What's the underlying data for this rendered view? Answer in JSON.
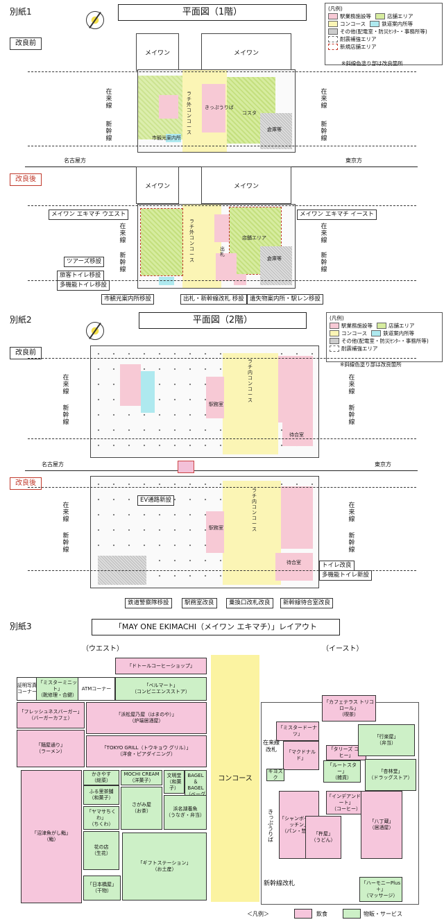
{
  "sheet1": {
    "label": "別紙1",
    "title": "平面図（1階）",
    "tag_before": "改良前",
    "tag_after": "改良後",
    "legend_head": "(凡例)",
    "legend": [
      {
        "label": "駅業務施設等",
        "color": "#f7c9d5"
      },
      {
        "label": "店舗エリア",
        "color": "#d6ec9f"
      },
      {
        "label": "コンコース",
        "color": "#fbf5b5"
      },
      {
        "label": "鉄道案内所等",
        "color": "#aee9ef"
      },
      {
        "label": "その他(配電室・防災ｾﾝﾀｰ・事務所等)",
        "color": "#cccccc"
      },
      {
        "label": "耐震補強エリア",
        "color": "#ffffff"
      },
      {
        "label": "新規店舗エリア",
        "color": "#ffffff"
      }
    ],
    "note": "※斜線色塗り部は改良箇所",
    "building": "メイワン",
    "zairaisen": "在来線",
    "shinkansen": "新幹線",
    "nagoya": "名古屋方",
    "tokyo": "東京方",
    "before_labels": {
      "concourse": "ラチ外コンコース",
      "costa": "コスタ",
      "souko": "倉庫等",
      "eki": "きっぷうりば",
      "jimusho": "市観光案内所"
    },
    "after_labels": {
      "concourse": "ラチ外コンコース",
      "shop": "店舗エリア",
      "souko": "倉庫等",
      "deguchi": "出札"
    },
    "callouts": {
      "west": "メイワン エキマチ ウエスト",
      "east": "メイワン エキマチ イースト",
      "tsuares": "ツアーズ移設",
      "toilet": "旅客トイレ移設",
      "taki": "多機能トイレ移設",
      "kankou": "市観光案内所移設",
      "shusatsu": "出札・新幹線改札 移設",
      "ishitsu": "遺失物案内所・駅レン移設"
    }
  },
  "sheet2": {
    "label": "別紙2",
    "title": "平面図（2階）",
    "tag_before": "改良前",
    "tag_after": "改良後",
    "legend_head": "(凡例)",
    "note": "※斜線色塗り部は改良箇所",
    "zairaisen": "在来線",
    "shinkansen": "新幹線",
    "nagoya": "名古屋方",
    "tokyo": "東京方",
    "plan_labels": {
      "concourse": "ラチ内コンコース",
      "machiai": "待合室",
      "ekimu": "駅務室"
    },
    "callouts": {
      "ev": "EV通路新設",
      "toilet_kairyo": "トイレ改良",
      "taki": "多機能トイレ新設",
      "keisatsu": "鉄道警察隊移設",
      "ekimushitsu": "駅務室改良",
      "norikae": "乗換口改札改良",
      "shinkansen_machiai": "新幹線待合室改良"
    }
  },
  "sheet3": {
    "label": "別紙3",
    "title": "「MAY ONE EKIMACHI（メイワン エキマチ）」レイアウト",
    "west_head": "（ウエスト）",
    "east_head": "（イースト）",
    "concourse": "コンコース",
    "zairai_kaisatsu": "在来線\n改札",
    "shinkansen_kaisatsu": "新幹線改札",
    "kippu": "きっぷうりば",
    "legend_head": "＜凡例＞",
    "legend_food": "飲食",
    "legend_goods": "物販・サービス",
    "west_shops": [
      {
        "id": "doutor",
        "name": "「ドトールコーヒーショップ」",
        "sub": "",
        "t": "p"
      },
      {
        "id": "shomei",
        "name": "証明写真\nコーナー",
        "sub": "",
        "t": "w"
      },
      {
        "id": "mister",
        "name": "「ミスターミニット」",
        "sub": "（靴修理・合鍵）",
        "t": "g"
      },
      {
        "id": "atm",
        "name": "ATMコーナー",
        "sub": "",
        "t": "w"
      },
      {
        "id": "bellmart",
        "name": "「ベルマート」",
        "sub": "（コンビニエンスストア）",
        "t": "g"
      },
      {
        "id": "freshness",
        "name": "「フレッシュネスバーガー」",
        "sub": "（バーガーカフェ）",
        "t": "p"
      },
      {
        "id": "hamamatsuya",
        "name": "「浜松屋乃屋（はまのや）」",
        "sub": "（炉端居酒屋）",
        "t": "p"
      },
      {
        "id": "ramen",
        "name": "「麺屋通り」",
        "sub": "（ラーメン）",
        "t": "p"
      },
      {
        "id": "tokyogrill",
        "name": "「TOKYO GRILL（トウキョウ グリル）」",
        "sub": "（洋食・ピアダイニング）",
        "t": "p"
      },
      {
        "id": "numazu",
        "name": "「沼津魚がし鮨」",
        "sub": "（鮨）",
        "t": "p"
      },
      {
        "id": "kakiyasu",
        "name": "かきやす",
        "sub": "（総菜）",
        "t": "g"
      },
      {
        "id": "mochicream",
        "name": "MOCHI CREAM",
        "sub": "（洋菓子）",
        "t": "g"
      },
      {
        "id": "bunmeido",
        "name": "文明堂",
        "sub": "（和菓子）",
        "t": "g"
      },
      {
        "id": "furusato",
        "name": "ふる里茶舗",
        "sub": "（和菓子）",
        "t": "g"
      },
      {
        "id": "bagel",
        "name": "BAGEL＆BAGEL",
        "sub": "（ベーグル）",
        "t": "g"
      },
      {
        "id": "yamasa",
        "name": "「ヤマサちくわ」",
        "sub": "（ちくわ）",
        "t": "g"
      },
      {
        "id": "sagamiya",
        "name": "さがみ屋",
        "sub": "（お茶）",
        "t": "g"
      },
      {
        "id": "hamana",
        "name": "浜名湖養魚",
        "sub": "（うなぎ・弁当）",
        "t": "g"
      },
      {
        "id": "hananomise",
        "name": "花の店",
        "sub": "（生花）",
        "t": "g"
      },
      {
        "id": "giftstation",
        "name": "「ギフトステーション」",
        "sub": "（お土産）",
        "t": "g"
      },
      {
        "id": "mikawaya",
        "name": "「日本橋屋」",
        "sub": "（干物）",
        "t": "g"
      }
    ],
    "east_shops": [
      {
        "id": "misterdonut",
        "name": "「ミスタードーナツ」",
        "sub": "",
        "t": "p"
      },
      {
        "id": "mcdonalds",
        "name": "「マクドナルド」",
        "sub": "",
        "t": "p"
      },
      {
        "id": "kiosk",
        "name": "キヨスク",
        "sub": "",
        "t": "g"
      },
      {
        "id": "cafeterrace",
        "name": "「カフェテラス トリコロール」",
        "sub": "（喫茶）",
        "t": "p"
      },
      {
        "id": "tullys",
        "name": "「タリーズ コーヒー」",
        "sub": "",
        "t": "p"
      },
      {
        "id": "gyoraku",
        "name": "「行楽屋」",
        "sub": "（弁当）",
        "t": "g"
      },
      {
        "id": "routestar",
        "name": "「ルートスター」",
        "sub": "（雑貨）",
        "t": "g"
      },
      {
        "id": "kyorindo",
        "name": "「杏林堂」",
        "sub": "（ドラッグストア）",
        "t": "g"
      },
      {
        "id": "champs",
        "name": "「シャンボールキッチン」",
        "sub": "（パン・惣菜）",
        "t": "p"
      },
      {
        "id": "independent",
        "name": "「インデアンドミート」",
        "sub": "（コーヒー）",
        "t": "p"
      },
      {
        "id": "kinen",
        "name": "「杵屋」",
        "sub": "（うどん）",
        "t": "p"
      },
      {
        "id": "hacchoume",
        "name": "「八丁蔵」",
        "sub": "（居酒屋）",
        "t": "p"
      },
      {
        "id": "harmony",
        "name": "「ハーモニーPlus＋」",
        "sub": "（マッサージ）",
        "t": "g"
      }
    ]
  }
}
